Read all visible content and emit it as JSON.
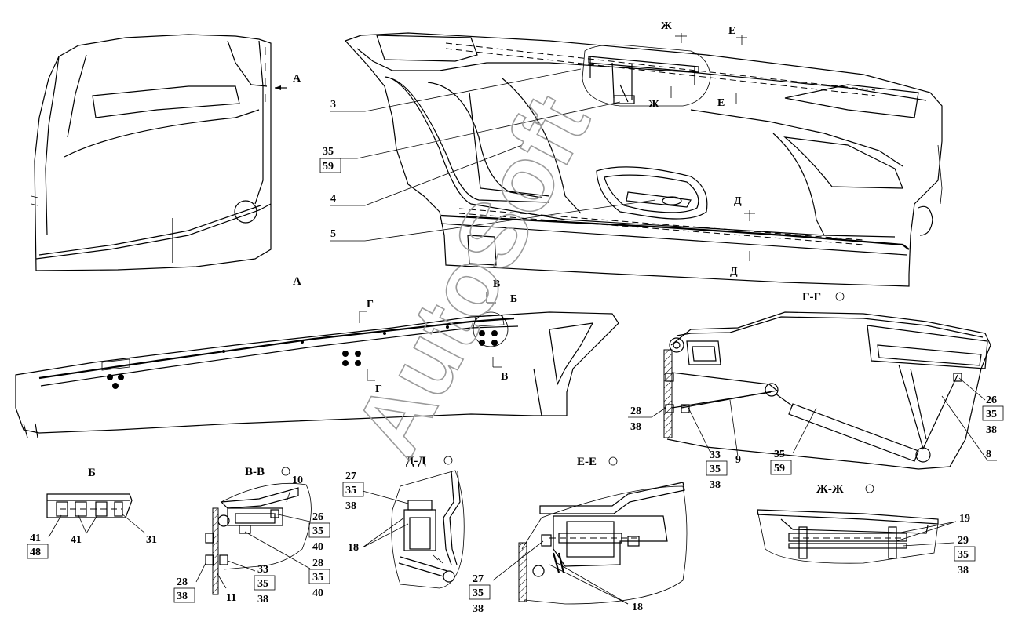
{
  "watermark": "AutoSoft",
  "views": {
    "A": "А",
    "B": "Б",
    "VV": "В-В",
    "GG": "Г-Г",
    "DD": "Д-Д",
    "EE": "Е-Е",
    "ZhZh": "Ж-Ж"
  },
  "markers": {
    "A": "А",
    "B": "Б",
    "V": "В",
    "G": "Г",
    "D": "Д",
    "E": "Е",
    "Zh": "Ж"
  },
  "callouts": {
    "c3": "3",
    "c4": "4",
    "c5": "5",
    "c8": "8",
    "c9": "9",
    "c10": "10",
    "c11": "11",
    "c18": "18",
    "c19": "19",
    "c26": "26",
    "c27": "27",
    "c28": "28",
    "c29": "29",
    "c31": "31",
    "c33": "33",
    "c35": "35",
    "c38": "38",
    "c40": "40",
    "c41": "41",
    "c48": "48",
    "c59": "59"
  }
}
